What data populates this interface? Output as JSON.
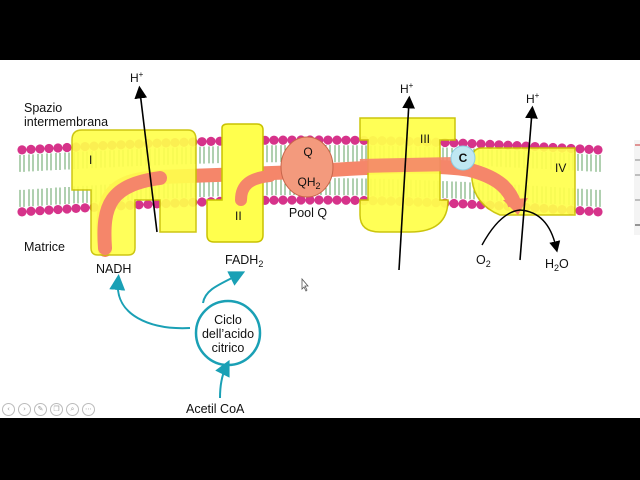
{
  "diagram": {
    "labels": {
      "intermembrane_space": [
        "Spazio",
        "intermembrana"
      ],
      "matrix": "Matrice",
      "complex_i": "I",
      "complex_ii": "II",
      "complex_iii": "III",
      "complex_iv": "IV",
      "q": "Q",
      "qh2": {
        "base": "QH",
        "sub": "2"
      },
      "pool_q": "Pool Q",
      "cytochrome_c": "C",
      "nadh": "NADH",
      "fadh2": {
        "base": "FADH",
        "sub": "2"
      },
      "o2": {
        "base": "O",
        "sub": "2"
      },
      "h2o": {
        "base": "H",
        "sub": "2",
        "tail": "O"
      },
      "proton": {
        "base": "H",
        "sup": "+"
      },
      "cycle": [
        "Ciclo",
        "dell’acido",
        "citrico"
      ],
      "acetyl_coa": "Acetil CoA"
    },
    "colors": {
      "background": "#ffffff",
      "letterbox": "#000000",
      "lipid_head": "#d6338a",
      "lipid_tail": "#3a8a3a",
      "complex_fill": "#ffff4d",
      "complex_stroke": "#c9c200",
      "electron_path": "#f5866a",
      "pool_q": "#f39a7d",
      "cyt_c": "#bfe7f2",
      "cycle_arrows": "#1aa0b5"
    }
  },
  "player_controls": {
    "icons": [
      "back-icon",
      "forward-icon",
      "draw-icon",
      "copy-icon",
      "search-icon",
      "more-icon"
    ],
    "glyphs": [
      "‹",
      "›",
      "✎",
      "❐",
      "⌕",
      "⋯"
    ]
  }
}
